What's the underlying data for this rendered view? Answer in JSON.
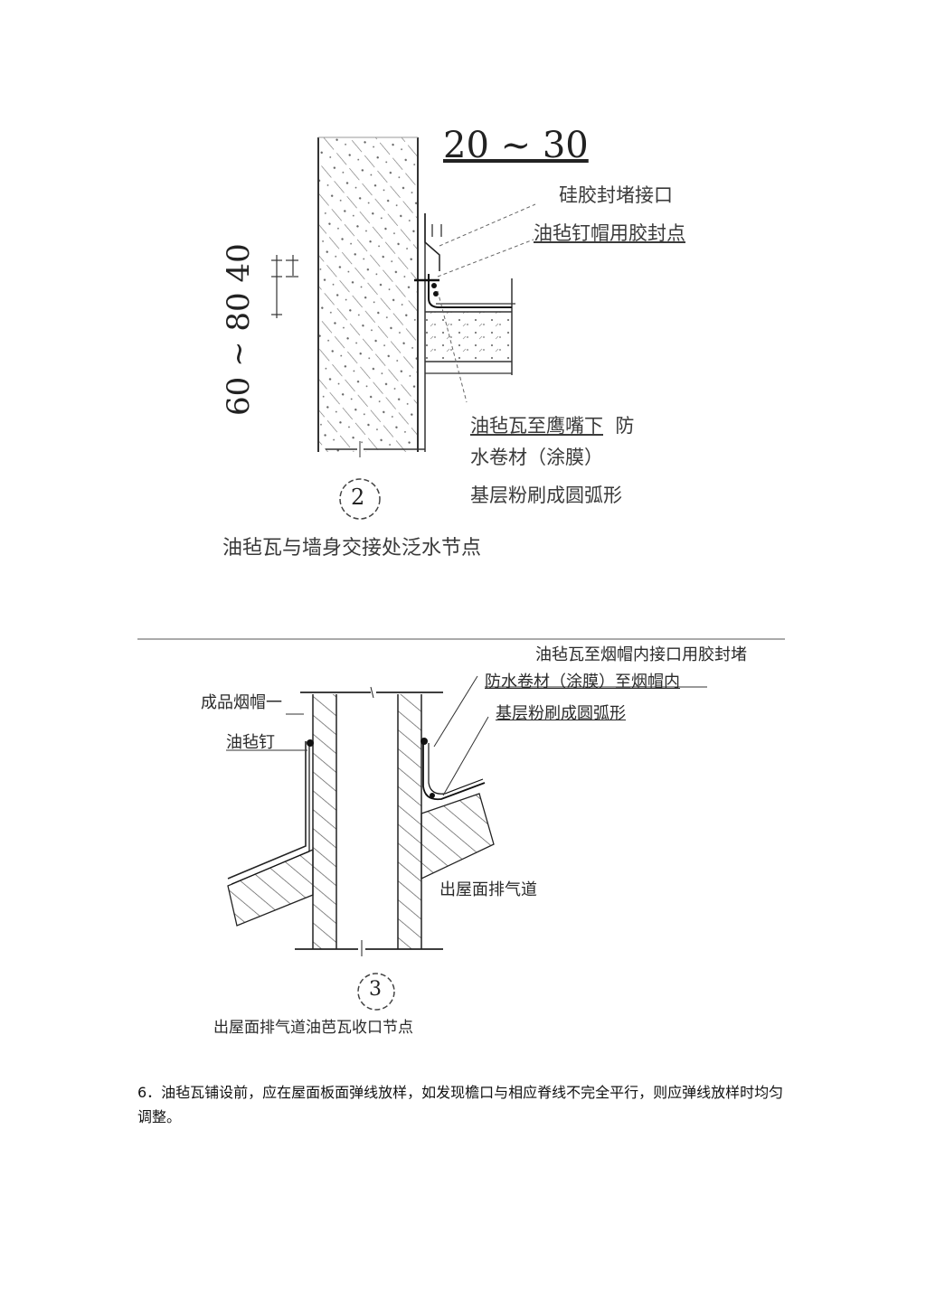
{
  "figure2": {
    "dim_top": "20 ~ 30",
    "dim_side": "60 ~ 80  40",
    "label_silicone": "硅胶封堵接口",
    "label_nail_seal": "油毡钉帽用胶封点",
    "label_under_drip_1": "油毡瓦至鹰嘴下",
    "label_under_drip_2": "防",
    "label_membrane": "水卷材（涂膜）",
    "label_base_arc": "基层粉刷成圆弧形",
    "number": "2",
    "caption": "油毡瓦与墙身交接处泛水节点"
  },
  "figure3": {
    "label_seal_cap": "油毡瓦至烟帽内接口用胶封堵",
    "label_membrane_cap": "防水卷材（涂膜）至烟帽内",
    "label_base_arc": "基层粉刷成圆弧形",
    "label_product_cap": "成品烟帽一",
    "label_nail": "油毡钉",
    "label_vent": "出屋面排气道",
    "number": "3",
    "caption": "出屋面排气道油芭瓦收口节点"
  },
  "paragraph": {
    "text": "6．油毡瓦铺设前，应在屋面板面弹线放样，如发现檐口与相应脊线不完全平行，则应弹线放样时均匀调整。"
  }
}
